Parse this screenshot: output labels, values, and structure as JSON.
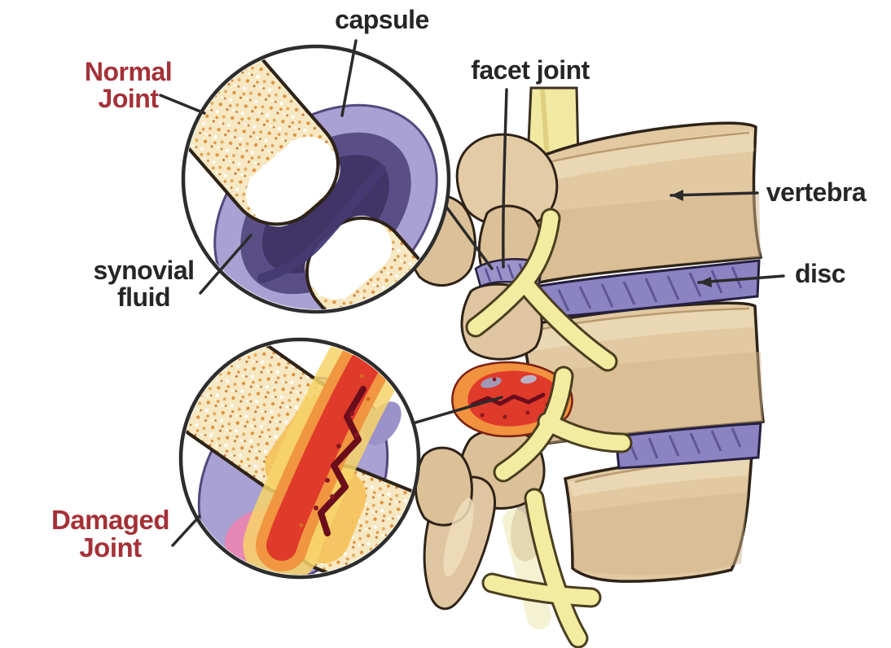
{
  "diagram": {
    "insets": {
      "normal": {
        "label_line1": "Normal",
        "label_line2": "Joint"
      },
      "damaged": {
        "label_line1": "Damaged",
        "label_line2": "Joint"
      }
    },
    "labels": {
      "capsule": "capsule",
      "synovial_line1": "synovial",
      "synovial_line2": "fluid",
      "facet_joint": "facet joint",
      "vertebra": "vertebra",
      "disc": "disc"
    },
    "colors": {
      "label_red": "#A43137",
      "label_black": "#262626",
      "outline": "#2E2318",
      "bone_tan": "#E2C9A2",
      "bone_shadow": "#D2B389",
      "spongy_bone": "#F6E8C2",
      "speckle_orange": "#DE9440",
      "cartilage_white": "#FFFFFF",
      "capsule_purple": "#A9A1D3",
      "synovial_fluid_dark": "#453A72",
      "disc_purple": "#8C83C3",
      "disc_stripe": "#574D92",
      "nerve_yellow": "#F3EBA0",
      "inflamed_glow": "#F6D468",
      "inflamed_orange": "#F0923E",
      "inflamed_red": "#E03A2A",
      "crack_dark_red": "#6B0D1B",
      "inflamed_pink": "#E787B5",
      "background": "#FFFFFF"
    }
  }
}
